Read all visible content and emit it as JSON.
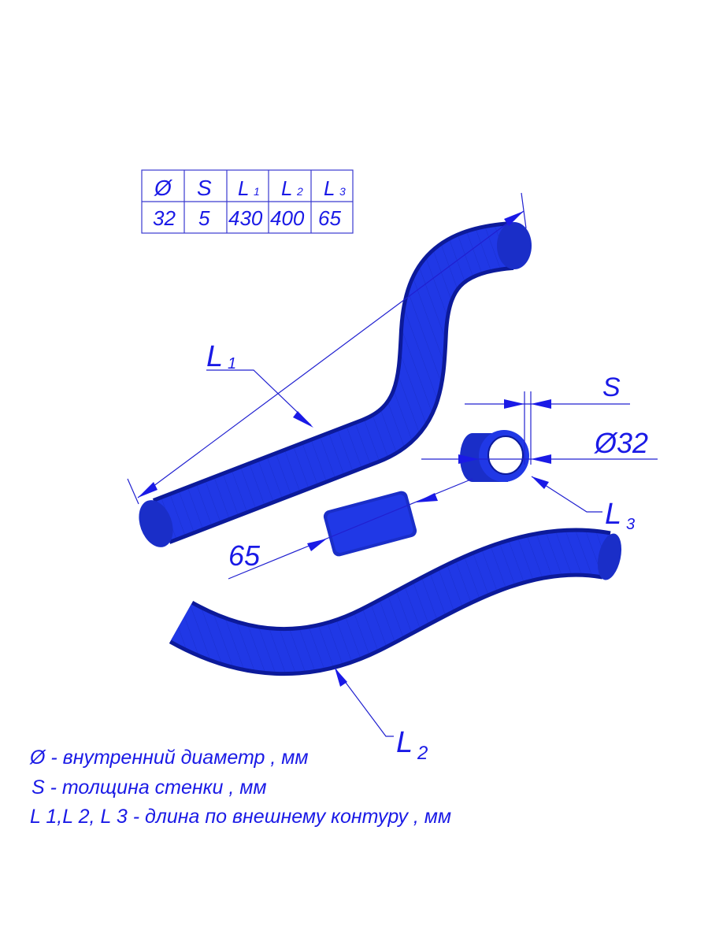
{
  "colors": {
    "hose": "#1f35e0",
    "hose_dark": "#0c1a9a",
    "text": "#1a1ae6"
  },
  "spec_table": {
    "headers": [
      {
        "main": "Ø",
        "sub": ""
      },
      {
        "main": "S",
        "sub": ""
      },
      {
        "main": "L",
        "sub": "1"
      },
      {
        "main": "L",
        "sub": "2"
      },
      {
        "main": "L",
        "sub": "3"
      }
    ],
    "values": [
      "32",
      "5",
      "430",
      "400",
      "65"
    ]
  },
  "callouts": {
    "l1": {
      "main": "L",
      "sub": "1"
    },
    "l2": {
      "main": "L",
      "sub": "2"
    },
    "l3": {
      "main": "L",
      "sub": "3"
    },
    "s": "S",
    "diameter": "Ø32",
    "length_65": "65"
  },
  "legend": [
    "Ø -  внутренний диаметр , мм",
    "S -  толщина стенки , мм",
    "L 1,L 2, L 3 - длина по внешнему контуру , мм"
  ]
}
